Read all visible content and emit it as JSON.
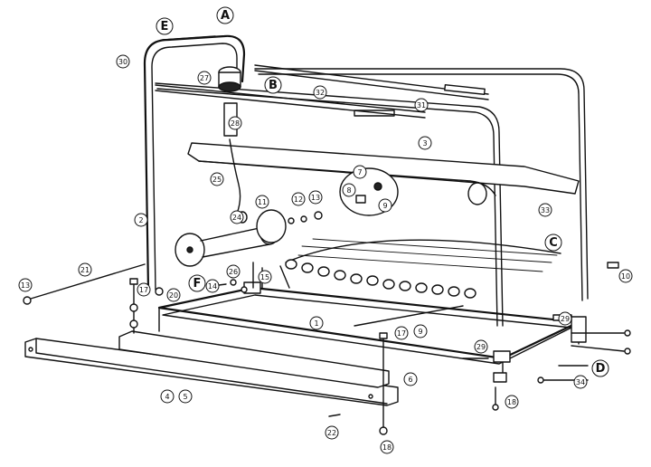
{
  "callouts": [
    {
      "text": "A"
    },
    {
      "text": "B"
    },
    {
      "text": "C"
    },
    {
      "text": "D"
    },
    {
      "text": "E"
    },
    {
      "text": "F"
    },
    {
      "text": "1"
    },
    {
      "text": "2"
    },
    {
      "text": "3"
    },
    {
      "text": "4"
    },
    {
      "text": "5"
    },
    {
      "text": "6"
    },
    {
      "text": "7"
    },
    {
      "text": "8"
    },
    {
      "text": "9"
    },
    {
      "text": "9"
    },
    {
      "text": "10"
    },
    {
      "text": "11"
    },
    {
      "text": "12"
    },
    {
      "text": "13"
    },
    {
      "text": "13"
    },
    {
      "text": "14"
    },
    {
      "text": "15"
    },
    {
      "text": "17"
    },
    {
      "text": "17"
    },
    {
      "text": "18"
    },
    {
      "text": "18"
    },
    {
      "text": "20"
    },
    {
      "text": "21"
    },
    {
      "text": "22"
    },
    {
      "text": "24"
    },
    {
      "text": "25"
    },
    {
      "text": "26"
    },
    {
      "text": "27"
    },
    {
      "text": "28"
    },
    {
      "text": "29"
    },
    {
      "text": "29"
    },
    {
      "text": "30"
    },
    {
      "text": "31"
    },
    {
      "text": "32"
    },
    {
      "text": "33"
    },
    {
      "text": "34"
    }
  ]
}
